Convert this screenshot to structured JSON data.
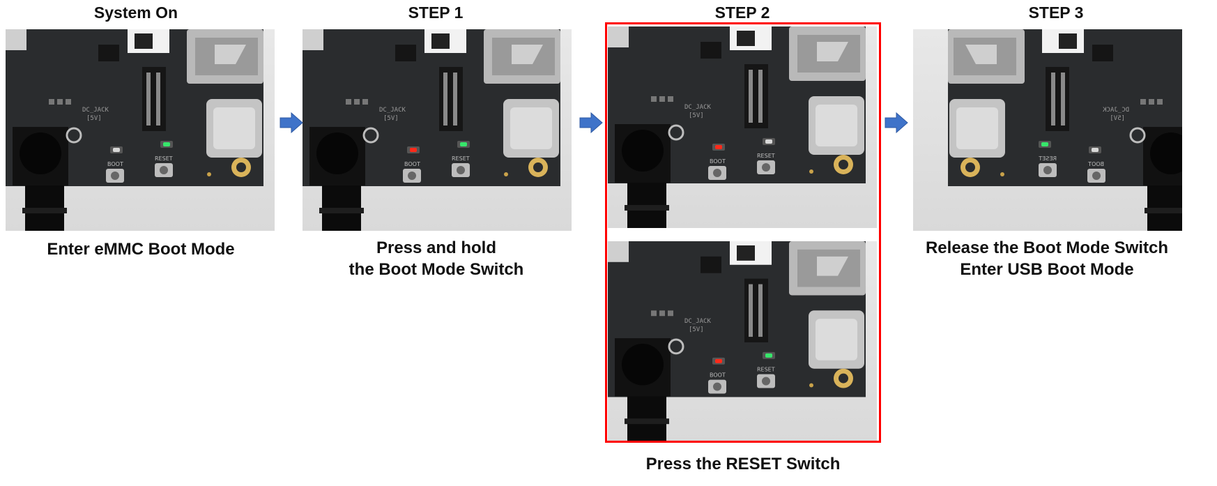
{
  "columns": [
    {
      "title": "System On",
      "caption_lines": [
        "Enter eMMC Boot Mode"
      ],
      "photos": [
        {
          "boot_led": "off",
          "reset_led": "green"
        }
      ]
    },
    {
      "title": "STEP 1",
      "caption_lines": [
        "Press and hold",
        "the Boot Mode Switch"
      ],
      "photos": [
        {
          "boot_led": "red",
          "reset_led": "green"
        }
      ]
    },
    {
      "title": "STEP 2",
      "caption_lines": [
        "Press the RESET Switch"
      ],
      "photos": [
        {
          "boot_led": "red",
          "reset_led": "off"
        },
        {
          "boot_led": "red",
          "reset_led": "green"
        }
      ]
    },
    {
      "title": "STEP 3",
      "caption_lines": [
        "Release the Boot Mode Switch",
        "Enter USB Boot Mode"
      ],
      "photos": [
        {
          "boot_led": "off",
          "reset_led": "green"
        }
      ]
    }
  ],
  "board_labels": {
    "boot": "BOOT",
    "reset": "RESET",
    "dc_jack": "DC_JACK",
    "voltage": "[5V]"
  },
  "colors": {
    "arrow": "#3f73c9",
    "highlight_frame": "#ff0000",
    "led_red": "#ff2a1a",
    "led_green": "#37e66b",
    "led_off": "#d8d8d8",
    "pcb": "#2a2c2e"
  }
}
